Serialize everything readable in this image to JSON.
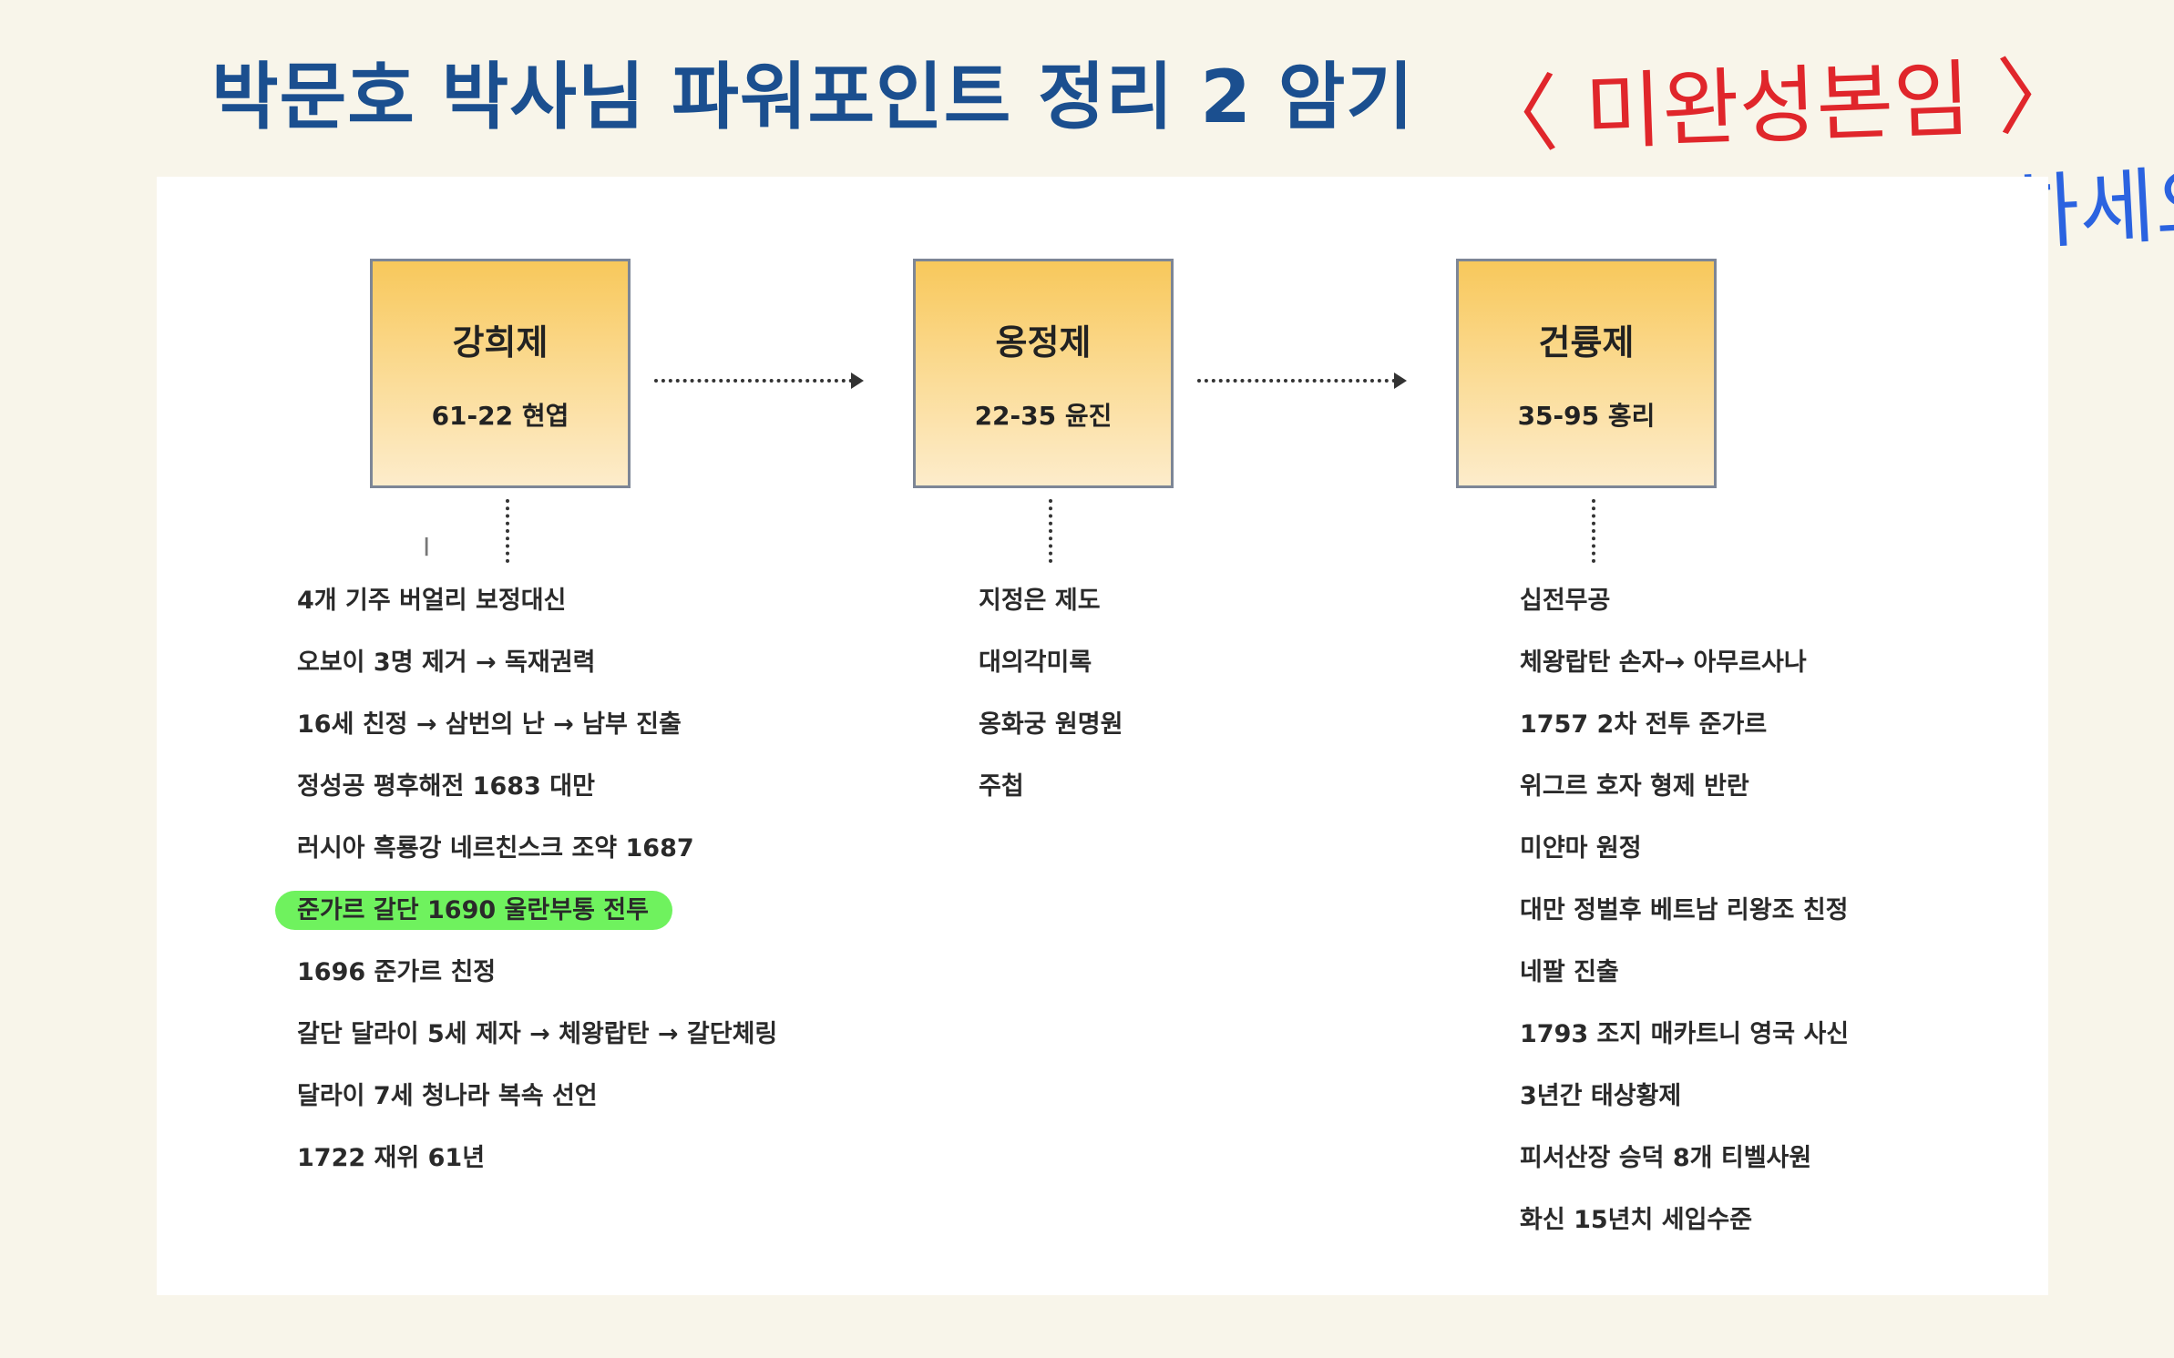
{
  "title": "박문호 박사님 파워포인트 정리 2 암기",
  "notes": {
    "unfinished": "〈 미완성본임 〉",
    "study": "각자 꼭 공부하세요",
    "tilde": "~"
  },
  "emperors": [
    {
      "name": "강희제",
      "period": "61-22 현엽",
      "items": [
        "4개 기주 버얼리 보정대신",
        "오보이 3명 제거 → 독재권력",
        "16세 친정 → 삼번의 난 → 남부 진출",
        "정성공 평후해전 1683 대만",
        "러시아 흑룡강 네르친스크 조약 1687",
        "준가르 갈단 1690 울란부통 전투",
        "1696 준가르 친정",
        "갈단 달라이 5세 제자 → 체왕랍탄 → 갈단체링",
        "달라이 7세 청나라 복속 선언",
        "1722 재위 61년"
      ],
      "highlighted_item": "준가르 갈단 1690 울란부통 전투"
    },
    {
      "name": "옹정제",
      "period": "22-35 윤진",
      "items": [
        "지정은 제도",
        "대의각미록",
        "옹화궁 원명원",
        "주첩"
      ]
    },
    {
      "name": "건륭제",
      "period": "35-95 홍리",
      "items": [
        "십전무공",
        "체왕랍탄 손자→ 아무르사나",
        "1757 2차 전투 준가르",
        "위그르 호자 형제 반란",
        "미얀마 원정",
        "대만 정벌후 베트남 리왕조 친정",
        "네팔 진출",
        "1793 조지 매카트니 영국 사신",
        "3년간 태상황제",
        "피서산장 승덕 8개 티벨사원",
        "화신 15년치 세입수준"
      ]
    }
  ],
  "colors": {
    "title": "#1b4f8f",
    "note_red": "#e0262b",
    "note_blue": "#2b63e0",
    "highlight": "#6ff25e",
    "box_fill": "#f8c85b"
  }
}
